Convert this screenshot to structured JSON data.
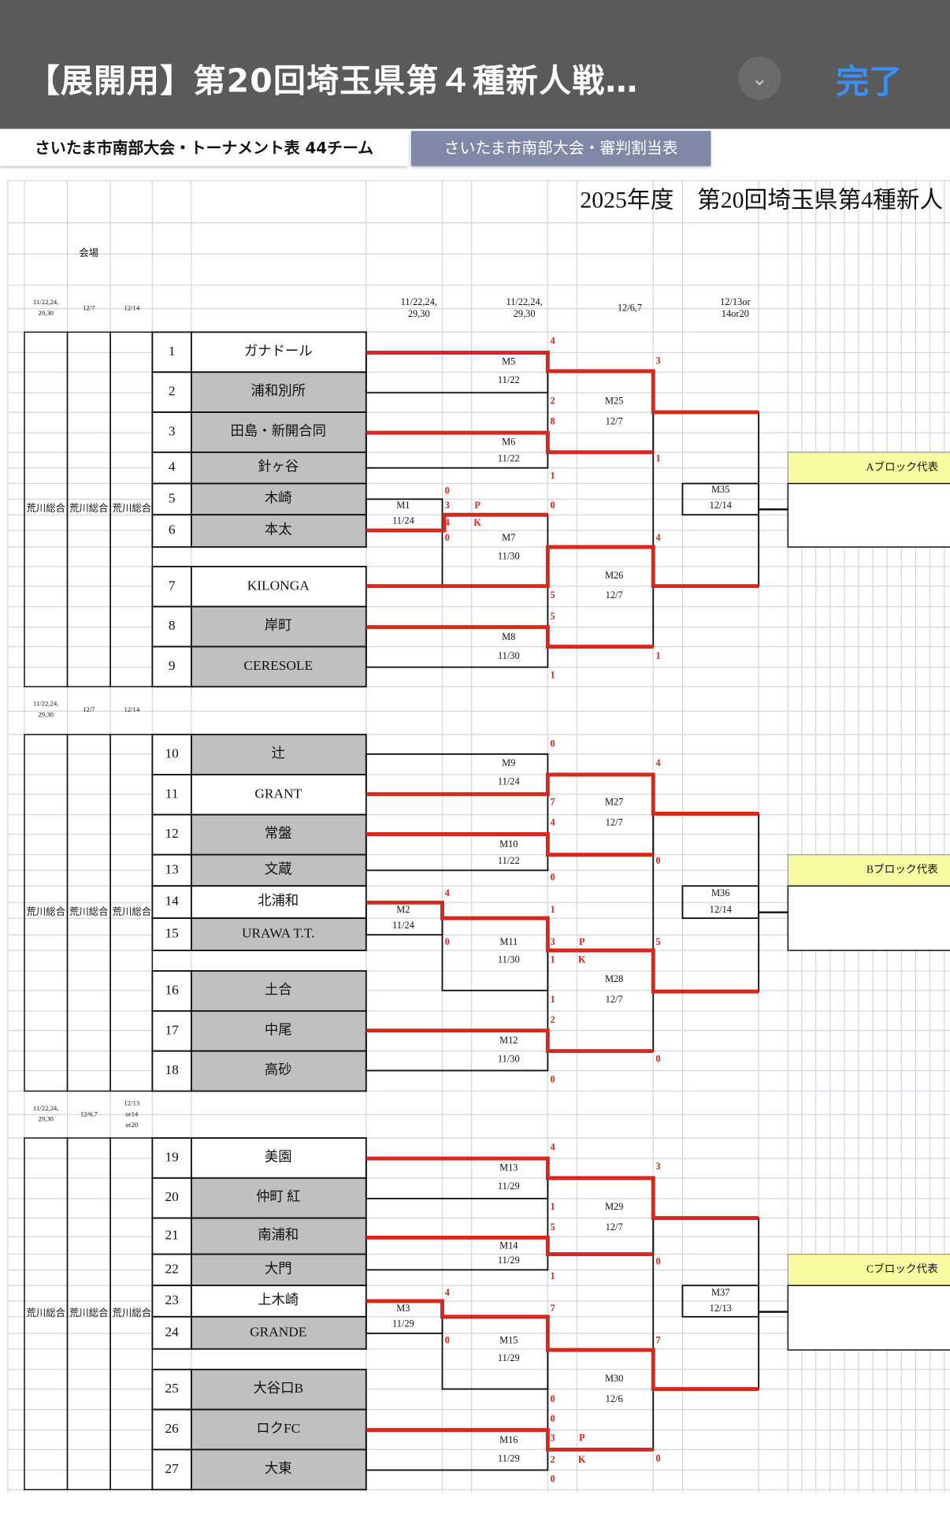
{
  "header": {
    "title": "【展開用】第20回埼玉県第４種新人戦…",
    "done_label": "完了",
    "chevron_icon": "chevron-down-icon"
  },
  "tabs": [
    {
      "label": "さいたま市南部大会・トーナメント表 44チーム",
      "active": true
    },
    {
      "label": "さいたま市南部大会・審判割当表",
      "active": false
    }
  ],
  "sheet": {
    "title": "2025年度　第20回埼玉県第4種新人",
    "venue_header": "会場",
    "round_dates": [
      "11/22,24,",
      "29,30",
      "11/22,24,",
      "29,30",
      "12/6,7",
      "12/13or",
      "14or20"
    ],
    "blocks": [
      {
        "dates": [
          "11/22,24,",
          "29,30",
          "12/7",
          "12/14"
        ],
        "venues": [
          "荒川総合",
          "荒川総合",
          "荒川総合"
        ],
        "rep_label": "Aブロック代表"
      },
      {
        "dates": [
          "11/22,24,",
          "29,30",
          "12/7",
          "12/14"
        ],
        "venues": [
          "荒川総合",
          "荒川総合",
          "荒川総合"
        ],
        "rep_label": "Bブロック代表"
      },
      {
        "dates": [
          "11/22,24,",
          "29,30",
          "12/6,7",
          "12/13",
          "or14",
          "or20"
        ],
        "venues": [
          "荒川総合",
          "荒川総合",
          "荒川総合"
        ],
        "rep_label": "Cブロック代表"
      }
    ],
    "teams": [
      {
        "no": "1",
        "name": "ガナドール",
        "shaded": false
      },
      {
        "no": "2",
        "name": "浦和別所",
        "shaded": true
      },
      {
        "no": "3",
        "name": "田島・新開合同",
        "shaded": true
      },
      {
        "no": "4",
        "name": "針ヶ谷",
        "shaded": true
      },
      {
        "no": "5",
        "name": "木崎",
        "shaded": true
      },
      {
        "no": "6",
        "name": "本太",
        "shaded": true
      },
      {
        "no": "7",
        "name": "KILONGA",
        "shaded": false
      },
      {
        "no": "8",
        "name": "岸町",
        "shaded": true
      },
      {
        "no": "9",
        "name": "CERESOLE",
        "shaded": true
      },
      {
        "no": "10",
        "name": "辻",
        "shaded": true
      },
      {
        "no": "11",
        "name": "GRANT",
        "shaded": false
      },
      {
        "no": "12",
        "name": "常盤",
        "shaded": true
      },
      {
        "no": "13",
        "name": "文蔵",
        "shaded": true
      },
      {
        "no": "14",
        "name": "北浦和",
        "shaded": false
      },
      {
        "no": "15",
        "name": "URAWA T.T.",
        "shaded": true
      },
      {
        "no": "16",
        "name": "土合",
        "shaded": true
      },
      {
        "no": "17",
        "name": "中尾",
        "shaded": true
      },
      {
        "no": "18",
        "name": "高砂",
        "shaded": true
      },
      {
        "no": "19",
        "name": "美園",
        "shaded": false
      },
      {
        "no": "20",
        "name": "仲町 紅",
        "shaded": true
      },
      {
        "no": "21",
        "name": "南浦和",
        "shaded": true
      },
      {
        "no": "22",
        "name": "大門",
        "shaded": true
      },
      {
        "no": "23",
        "name": "上木崎",
        "shaded": false
      },
      {
        "no": "24",
        "name": "GRANDE",
        "shaded": true
      },
      {
        "no": "25",
        "name": "大谷口B",
        "shaded": true
      },
      {
        "no": "26",
        "name": "ロクFC",
        "shaded": true
      },
      {
        "no": "27",
        "name": "大東",
        "shaded": true
      }
    ],
    "matches": [
      {
        "id": "M5",
        "date": "11/22",
        "scores": [
          "4",
          "2"
        ]
      },
      {
        "id": "M6",
        "date": "11/22",
        "scores": [
          "8",
          "1"
        ]
      },
      {
        "id": "M25",
        "date": "12/7",
        "scores": [
          "3",
          "1"
        ]
      },
      {
        "id": "M1",
        "date": "11/24",
        "scores": [
          "0",
          "3",
          "4",
          "0"
        ],
        "pk": [
          "P",
          "K"
        ]
      },
      {
        "id": "M7",
        "date": "11/30",
        "scores": [
          "0",
          "5"
        ]
      },
      {
        "id": "M8",
        "date": "11/30",
        "scores": [
          "5",
          "1"
        ]
      },
      {
        "id": "M26",
        "date": "12/7",
        "scores": [
          "4",
          "1"
        ]
      },
      {
        "id": "M35",
        "date": "12/14",
        "scores": []
      },
      {
        "id": "M9",
        "date": "11/24",
        "scores": [
          "0",
          "7"
        ]
      },
      {
        "id": "M10",
        "date": "11/22",
        "scores": [
          "4",
          "0"
        ]
      },
      {
        "id": "M27",
        "date": "12/7",
        "scores": [
          "4",
          "0"
        ]
      },
      {
        "id": "M2",
        "date": "11/24",
        "scores": [
          "4",
          "0"
        ]
      },
      {
        "id": "M11",
        "date": "11/30",
        "scores": [
          "1",
          "3",
          "1",
          "1"
        ],
        "pk": [
          "P",
          "K"
        ]
      },
      {
        "id": "M12",
        "date": "11/30",
        "scores": [
          "2",
          "0"
        ]
      },
      {
        "id": "M28",
        "date": "12/7",
        "scores": [
          "5",
          "0"
        ]
      },
      {
        "id": "M36",
        "date": "12/14",
        "scores": []
      },
      {
        "id": "M13",
        "date": "11/29",
        "scores": [
          "4",
          "1"
        ]
      },
      {
        "id": "M14",
        "date": "11/29",
        "scores": [
          "5",
          "1"
        ]
      },
      {
        "id": "M29",
        "date": "12/7",
        "scores": [
          "3",
          "0"
        ]
      },
      {
        "id": "M3",
        "date": "11/29",
        "scores": [
          "4",
          "0"
        ]
      },
      {
        "id": "M15",
        "date": "11/29",
        "scores": [
          "7",
          "0"
        ]
      },
      {
        "id": "M16",
        "date": "11/29",
        "scores": [
          "0",
          "3",
          "2",
          "0"
        ],
        "pk": [
          "P",
          "K"
        ]
      },
      {
        "id": "M30",
        "date": "12/6",
        "scores": [
          "7",
          "0"
        ]
      },
      {
        "id": "M37",
        "date": "12/13",
        "scores": []
      }
    ],
    "colors": {
      "winner_line": "#d6281f",
      "shaded_team": "#c0c0c0",
      "rep_box": "#fafaa0",
      "grid": "#d4d4e4"
    }
  }
}
